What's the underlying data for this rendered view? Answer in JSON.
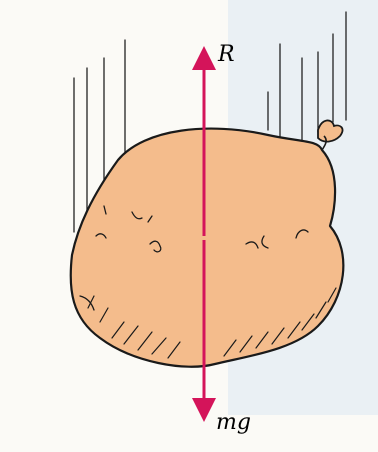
{
  "diagram": {
    "forces": {
      "upward_label": "R",
      "downward_label": "mg"
    },
    "colors": {
      "page_background": "#fbfaf6",
      "right_panel": "#eaf0f4",
      "bag_fill": "#f4bc8c",
      "outline": "#1a1a1a",
      "force_arrows": "#d4145a",
      "motion_lines": "#222222"
    },
    "icons": {
      "object": "falling-bag",
      "motion": "vertical-motion-lines"
    }
  }
}
